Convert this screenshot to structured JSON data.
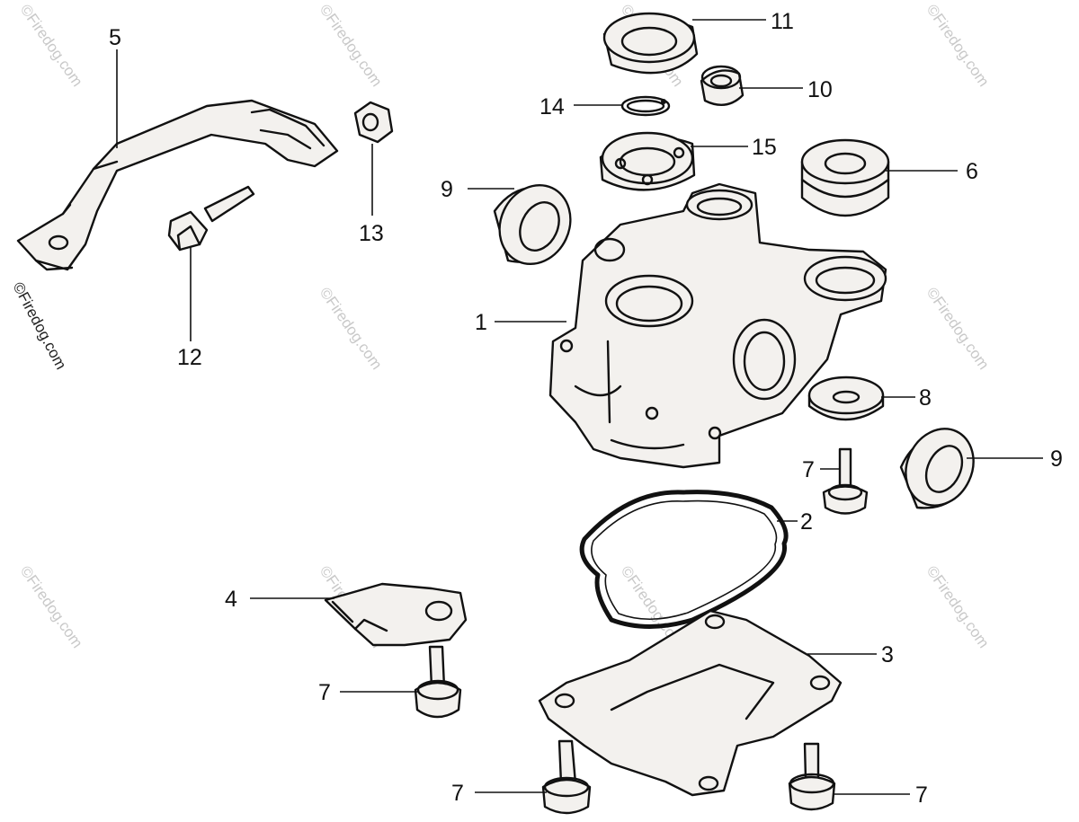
{
  "watermark": {
    "text": "©Firedog.com",
    "side_text": "©Firedog.com"
  },
  "callouts": {
    "c1": "1",
    "c2": "2",
    "c3": "3",
    "c4": "4",
    "c5": "5",
    "c6": "6",
    "c7a": "7",
    "c7b": "7",
    "c7c": "7",
    "c7d": "7",
    "c8": "8",
    "c9a": "9",
    "c9b": "9",
    "c10": "10",
    "c11": "11",
    "c12": "12",
    "c13": "13",
    "c14": "14",
    "c15": "15"
  }
}
